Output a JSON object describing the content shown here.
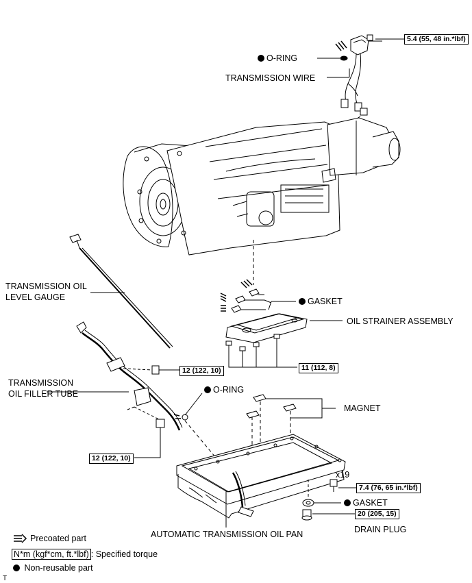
{
  "labels": {
    "o_ring_top": "O-RING",
    "transmission_wire": "TRANSMISSION WIRE",
    "level_gauge_line1": "TRANSMISSION OIL",
    "level_gauge_line2": "LEVEL GAUGE",
    "gasket_strainer": "GASKET",
    "oil_strainer": "OIL STRAINER ASSEMBLY",
    "filler_tube_line1": "TRANSMISSION",
    "filler_tube_line2": "OIL FILLER TUBE",
    "o_ring_filler": "O-RING",
    "magnet": "MAGNET",
    "x19": "x19",
    "gasket_drain": "GASKET",
    "oil_pan": "AUTOMATIC TRANSMISSION OIL PAN",
    "drain_plug": "DRAIN PLUG"
  },
  "torques": {
    "wire_bolt": "5.4 (55, 48 in.*lbf)",
    "strainer_bolts": "11 (112, 8)",
    "filler_bolt_upper": "12 (122, 10)",
    "filler_bolt_lower": "12 (122, 10)",
    "pan_bolts": "7.4 (76, 65 in.*lbf)",
    "drain_plug": "20 (205, 15)"
  },
  "legend": {
    "precoated": "Precoated part",
    "torque_box": "N*m (kgf*cm, ft.*lbf)",
    "torque_desc": ": Specified torque",
    "non_reusable": "Non-reusable part"
  },
  "footer_mark": "T"
}
